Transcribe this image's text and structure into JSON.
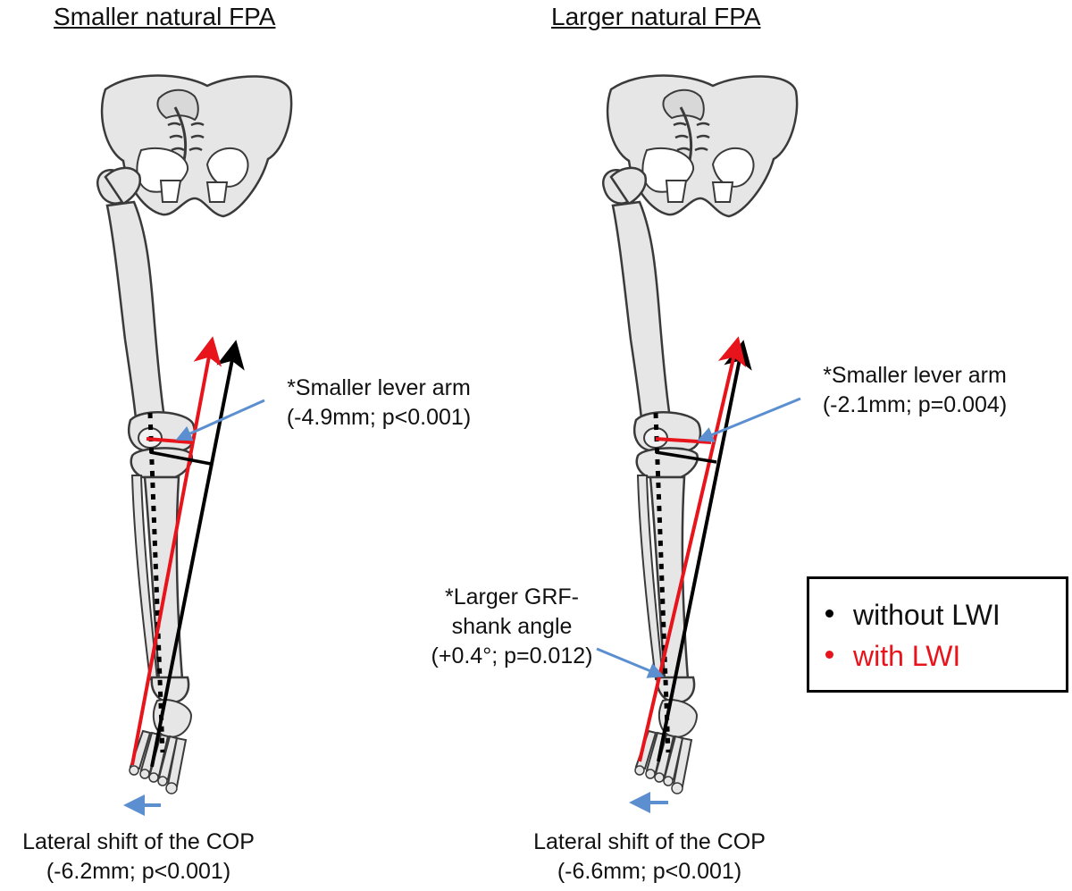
{
  "titles": {
    "left": "Smaller natural FPA",
    "right": "Larger natural FPA"
  },
  "left_panel": {
    "lever_arm": {
      "line1": "*Smaller lever arm",
      "line2": "(-4.9mm; p<0.001)"
    },
    "cop_shift": {
      "line1": "Lateral shift of the COP",
      "line2": "(-6.2mm; p<0.001)"
    }
  },
  "right_panel": {
    "lever_arm": {
      "line1": "*Smaller lever arm",
      "line2": "(-2.1mm; p=0.004)"
    },
    "grf_shank": {
      "line1": "*Larger GRF-",
      "line2": "shank angle",
      "line3": "(+0.4°; p=0.012)"
    },
    "cop_shift": {
      "line1": "Lateral shift of the COP",
      "line2": "(-6.6mm; p<0.001)"
    }
  },
  "legend": {
    "items": [
      {
        "label": "without LWI",
        "color": "#000000"
      },
      {
        "label": "with LWI",
        "color": "#e8141b"
      }
    ]
  },
  "colors": {
    "without_lwi": "#000000",
    "with_lwi": "#e8141b",
    "annotation_arrow": "#5b8fd0",
    "bone_fill": "#e6e6e6",
    "bone_stroke": "#3a3a3a"
  }
}
